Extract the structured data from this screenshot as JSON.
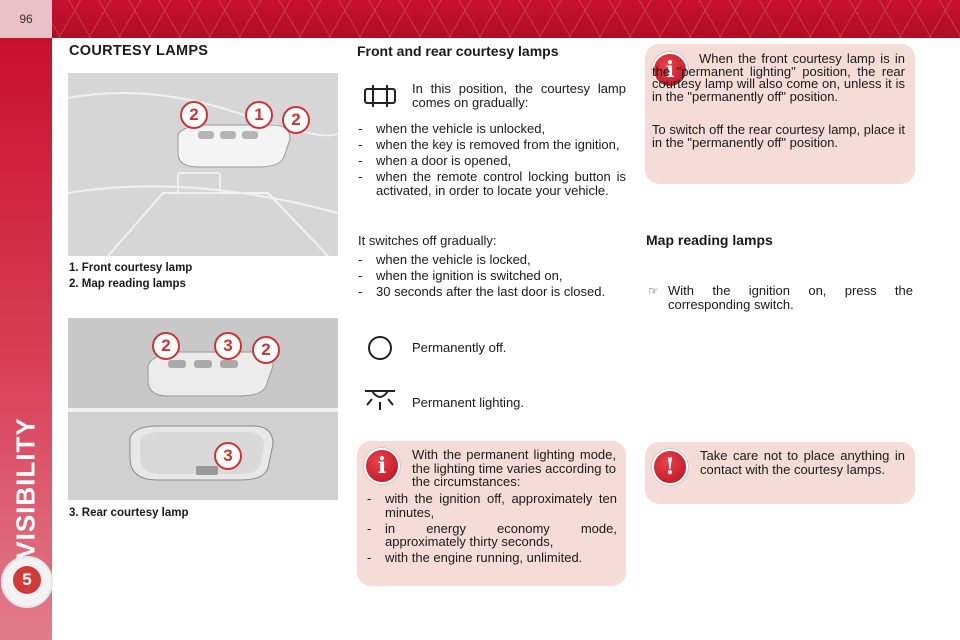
{
  "page": {
    "number": "96",
    "chapter_number": "5",
    "section_label": "VISIBILITY"
  },
  "left": {
    "title": "COURTESY LAMPS",
    "figure1": {
      "callouts": [
        "2",
        "1",
        "2"
      ]
    },
    "captions_1": [
      "1.   Front courtesy lamp",
      "2.   Map reading lamps"
    ],
    "figure2": {
      "callouts_top": [
        "2",
        "3",
        "2"
      ],
      "callouts_bottom": [
        "3"
      ]
    },
    "caption_3": "3.   Rear courtesy lamp"
  },
  "middle": {
    "title": "Front and rear courtesy lamps",
    "gradual_text": "In this position, the courtesy lamp comes on gradually:",
    "on_conditions": [
      "when the vehicle is unlocked,",
      "when the key is removed from the ignition,",
      "when a door is opened,",
      "when the remote control locking button is activated, in order to locate your vehicle."
    ],
    "off_intro": "It switches off gradually:",
    "off_conditions": [
      "when the vehicle is locked,",
      "when the ignition is switched on,",
      "30 seconds after the last door is closed."
    ],
    "permanently_off": "Permanently off.",
    "permanent_lighting": "Permanent lighting.",
    "info_box": {
      "intro": "With the permanent lighting mode, the lighting time varies according to the circumstances:",
      "items": [
        "with the ignition off, approximately ten minutes,",
        "in energy economy mode, approximately thirty seconds,",
        "with the engine running, unlimited."
      ]
    }
  },
  "right": {
    "info_box": {
      "para1": "When the front courtesy lamp is in the \"permanent lighting\" position, the rear courtesy lamp will also come on, unless it is in the \"permanently off\" position.",
      "para2": "To switch off the rear courtesy lamp, place it in the \"permanently off\" position."
    },
    "map_title": "Map reading lamps",
    "map_bullet_icon": "☞",
    "map_text": "With the ignition on, press the corresponding switch.",
    "warning_box": {
      "text": "Take care not to place anything in contact with the courtesy lamps."
    }
  },
  "colors": {
    "brand_red": "#c8102e",
    "box_pink": "#f6dcd6",
    "icon_red": "#d0202c"
  },
  "icons": {
    "door_icon": "door-lamp-icon",
    "off_icon": "circle-off-icon",
    "on_icon": "lamp-rays-icon",
    "info_icon": "info-icon",
    "warning_icon": "exclamation-icon"
  }
}
